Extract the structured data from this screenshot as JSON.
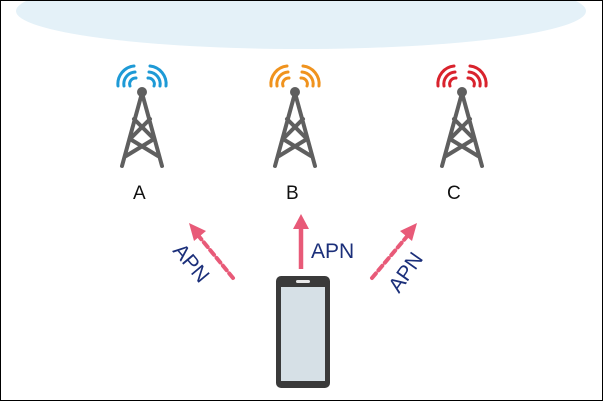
{
  "towers": [
    {
      "label": "A",
      "color": "#1e9ad6"
    },
    {
      "label": "B",
      "color": "#f0931e"
    },
    {
      "label": "C",
      "color": "#d9232d"
    }
  ],
  "arrows": [
    {
      "label": "APN",
      "style": "dashed",
      "target": "A"
    },
    {
      "label": "APN",
      "style": "solid",
      "target": "B"
    },
    {
      "label": "APN",
      "style": "dashed",
      "target": "C"
    }
  ],
  "colors": {
    "arrow": "#e85a78",
    "tower": "#5f5f5f",
    "apn_text": "#1b2f7a",
    "cloud": "#e4f1f8",
    "phone_body": "#3a3a3a",
    "phone_screen": "#d6e0e6"
  }
}
